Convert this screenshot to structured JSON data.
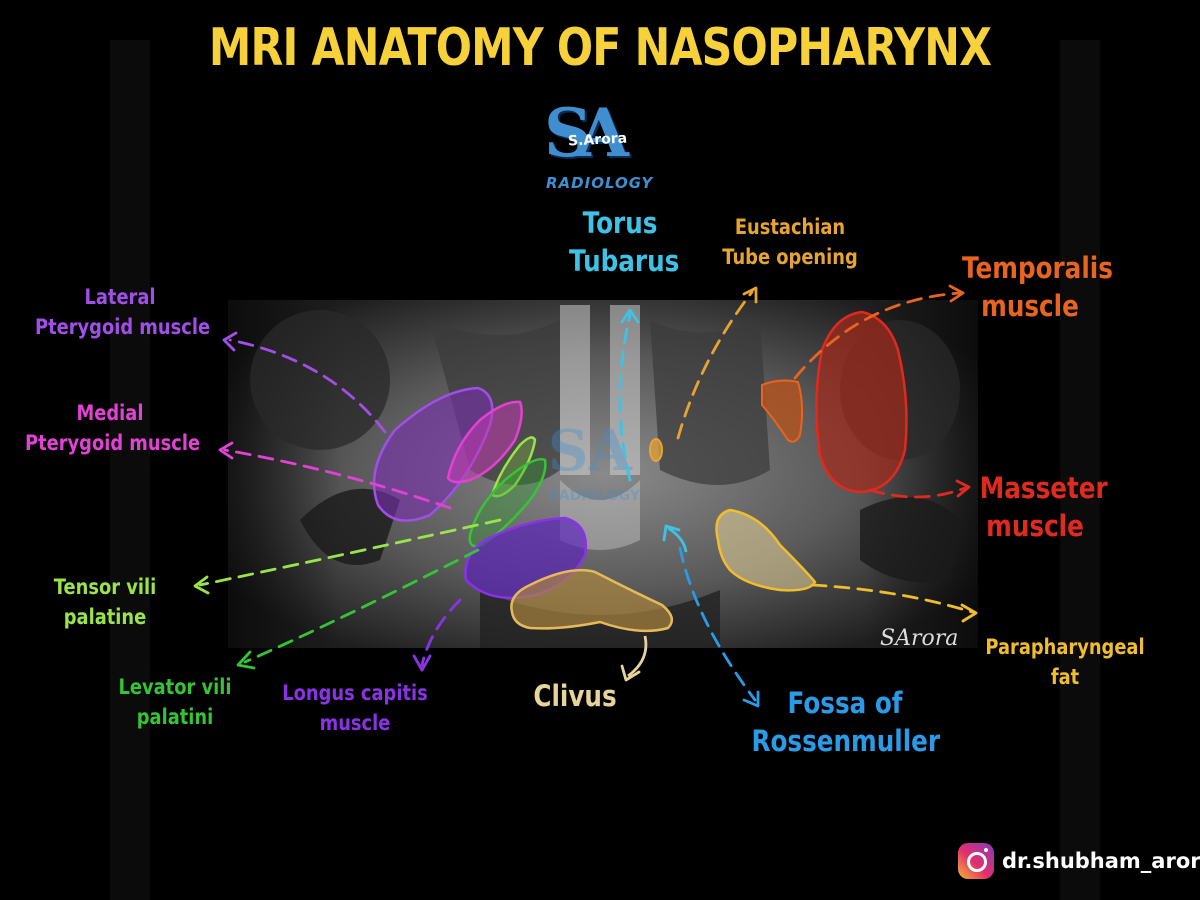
{
  "title": "MRI ANATOMY OF NASOPHARYNX",
  "logo": {
    "letters": "SA",
    "name": "S.Arora",
    "tagline": "RADIOLOGY"
  },
  "signature": "SArora",
  "labels": {
    "torus": {
      "line1": "Torus",
      "line2": "Tubarus",
      "color": "#3ec3e6"
    },
    "eustachian": {
      "line1": "Eustachian",
      "line2": "Tube opening",
      "color": "#e8a431"
    },
    "temporalis": {
      "line1": "Temporalis",
      "line2": "muscle",
      "color": "#e8641f"
    },
    "lateral_pterygoid": {
      "line1": "Lateral",
      "line2": "Pterygoid muscle",
      "color": "#a24ee8"
    },
    "medial_pterygoid": {
      "line1": "Medial",
      "line2": "Pterygoid muscle",
      "color": "#e242d4"
    },
    "masseter": {
      "line1": "Masseter",
      "line2": "muscle",
      "color": "#e02a20"
    },
    "tensor": {
      "line1": "Tensor vili",
      "line2": "palatine",
      "color": "#9be34b"
    },
    "levator": {
      "line1": "Levator vili",
      "line2": "palatini",
      "color": "#36c437"
    },
    "longus": {
      "line1": "Longus capitis",
      "line2": "muscle",
      "color": "#8a33e6"
    },
    "clivus": {
      "line1": "Clivus",
      "color": "#e6d49a"
    },
    "fossa": {
      "line1": "Fossa of",
      "line2": "Rossenmuller",
      "color": "#2b9be8"
    },
    "parapharyngeal": {
      "line1": "Parapharyngeal",
      "line2": "fat",
      "color": "#f0bd2c"
    }
  },
  "handle": "dr.shubham_arora",
  "icons": {
    "instagram": "instagram-icon"
  }
}
